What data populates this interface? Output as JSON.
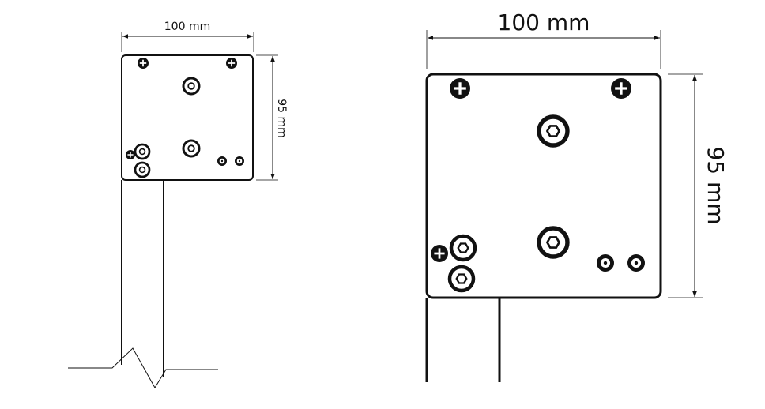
{
  "small_view": {
    "width_label": "100 mm",
    "height_label": "95 mm"
  },
  "large_view": {
    "width_label": "100 mm",
    "height_label": "95 mm"
  },
  "colors": {
    "line": "#111111",
    "background": "#ffffff"
  }
}
